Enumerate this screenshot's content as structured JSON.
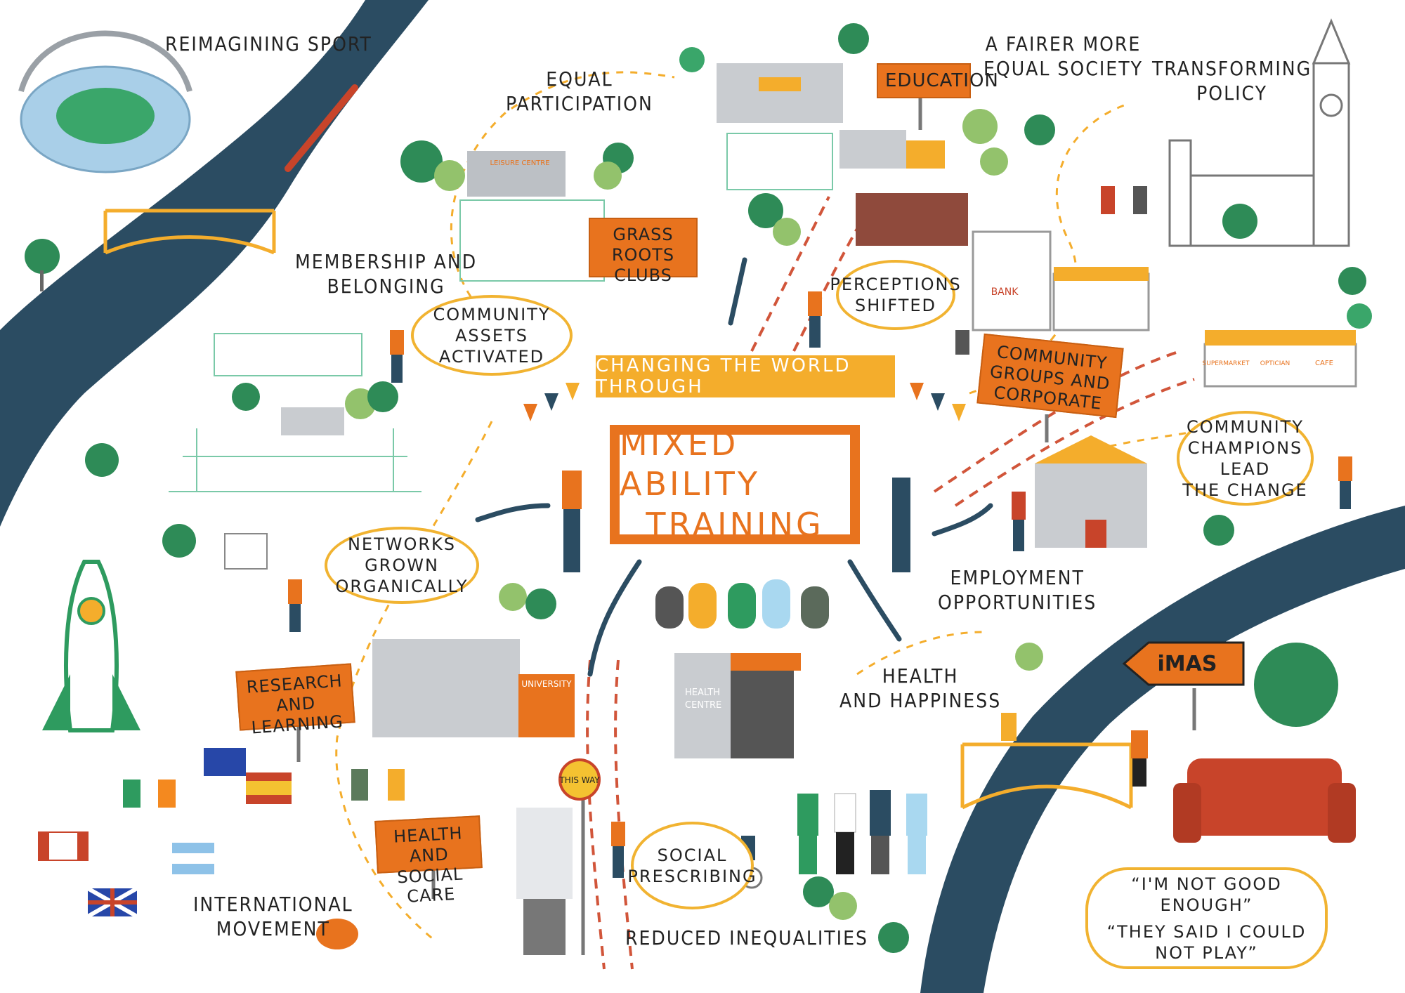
{
  "center": {
    "banner": "CHANGING THE WORLD THROUGH",
    "title_line1": "MIXED ABILITY",
    "title_line2": "TRAINING"
  },
  "labels": {
    "reimagining_sport": "REIMAGINING SPORT",
    "equal_participation_1": "EQUAL",
    "equal_participation_2": "PARTICIPATION",
    "fairer_society_1": "A FAIRER MORE",
    "fairer_society_2": "EQUAL SOCIETY",
    "transforming_policy_1": "TRANSFORMING",
    "transforming_policy_2": "POLICY",
    "membership_1": "MEMBERSHIP AND",
    "membership_2": "BELONGING",
    "employment_1": "EMPLOYMENT",
    "employment_2": "OPPORTUNITIES",
    "health_happiness_1": "HEALTH",
    "health_happiness_2": "AND HAPPINESS",
    "international_1": "INTERNATIONAL",
    "international_2": "MOVEMENT",
    "reduced_inequalities": "REDUCED INEQUALITIES"
  },
  "signs": {
    "education": "EDUCATION",
    "grass_roots": "GRASS ROOTS CLUBS",
    "community_groups": "COMMUNITY GROUPS AND CORPORATE",
    "research": "RESEARCH AND LEARNING",
    "health_social_care": "HEALTH AND SOCIAL CARE",
    "this_way": "THIS WAY",
    "imas": "iMAS"
  },
  "bubbles": {
    "perceptions_1": "PERCEPTIONS",
    "perceptions_2": "SHIFTED",
    "community_assets_1": "COMMUNITY ASSETS",
    "community_assets_2": "ACTIVATED",
    "networks_1": "NETWORKS GROWN",
    "networks_2": "ORGANICALLY",
    "champions_1": "COMMUNITY",
    "champions_2": "CHAMPIONS LEAD",
    "champions_3": "THE CHANGE",
    "social_1": "SOCIAL",
    "social_2": "PRESCRIBING",
    "quote_1": "“I'M NOT GOOD ENOUGH”",
    "quote_2": "“THEY SAID I COULD NOT PLAY”"
  },
  "buildings": {
    "leisure_centre": "LEISURE CENTRE",
    "bank": "BANK",
    "supermarket": "SUPERMARKET",
    "optician": "OPTICIAN",
    "cafe": "CAFE",
    "university": "UNIVERSITY",
    "health_centre_1": "HEALTH",
    "health_centre_2": "CENTRE"
  },
  "icons": {
    "rocket": "rocket-icon",
    "stadium": "stadium-icon",
    "big_ben": "big-ben-icon",
    "sofa": "sofa-icon"
  },
  "colors": {
    "river": "#2b4c62",
    "orange": "#e8731e",
    "yellow": "#f4ad2c",
    "tree": "#2e8b57",
    "grey": "#b9bcc0"
  }
}
